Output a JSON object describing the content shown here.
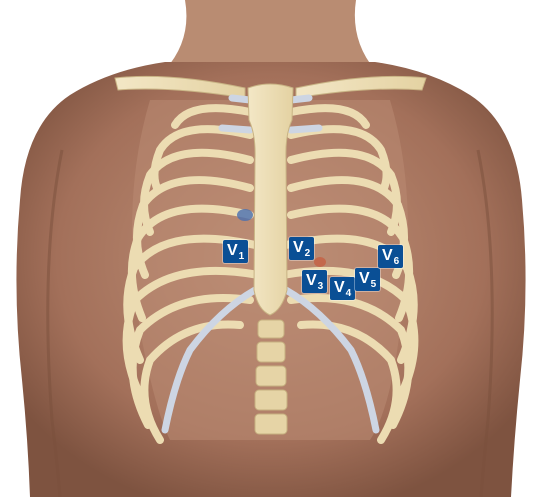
{
  "leads": [
    {
      "letter": "V",
      "number": "1"
    },
    {
      "letter": "V",
      "number": "2"
    },
    {
      "letter": "V",
      "number": "3"
    },
    {
      "letter": "V",
      "number": "4"
    },
    {
      "letter": "V",
      "number": "5"
    },
    {
      "letter": "V",
      "number": "6"
    }
  ],
  "colors": {
    "lead_badge": "#0a4f95",
    "lead_text": "#ffffff",
    "skin": "#a8785c",
    "bone": "#efe0b8",
    "cartilage": "#cfd6e4"
  }
}
